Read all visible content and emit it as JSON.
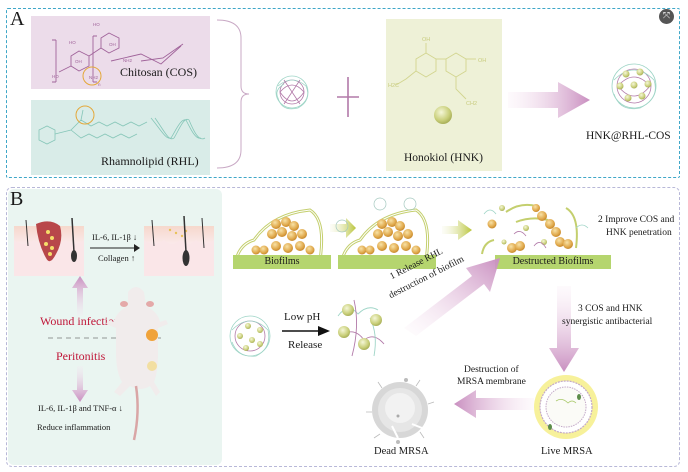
{
  "panel_a": {
    "label": "A",
    "components": [
      {
        "name": "Chitosan (COS)",
        "color": "#ecdcea"
      },
      {
        "name": "Rhamnolipid (RHL)",
        "color": "#d9ece8"
      },
      {
        "name": "Honokiol (HNK)",
        "color": "#eef1d7"
      }
    ],
    "chem_labels": {
      "cos": [
        "HO",
        "HO",
        "OH",
        "OH",
        "HO",
        "NH2",
        "NH2",
        "n"
      ],
      "hnk": [
        "OH",
        "OH",
        "H2C",
        "CH2"
      ]
    },
    "operator": "+",
    "product": "HNK@RHL-COS"
  },
  "panel_b": {
    "label": "B",
    "in_vivo": {
      "skin_effect_top": "IL-6, IL-1β ↓",
      "skin_effect_bottom": "Collagen ↑",
      "wound_label": "Wound infection",
      "peritonitis_label": "Peritonitis",
      "cytokines": "IL-6, IL-1β and TNF-α ↓",
      "outcome": "Reduce inflammation"
    },
    "mechanism": {
      "biofilm_label": "Biofilms",
      "destructed_label": "Destructed Biofilms",
      "step1": [
        "1 Release RHL",
        "destruction of biofilm"
      ],
      "step2": [
        "2 Improve COS and",
        "HNK penetration"
      ],
      "step3": [
        "3 COS and HNK",
        "synergistic antibacterial"
      ],
      "ph_top": "Low pH",
      "ph_bottom": "Release",
      "membrane": [
        "Destruction of",
        "MRSA membrane"
      ],
      "live": "Live  MRSA",
      "dead": "Dead MRSA"
    }
  },
  "ui": {
    "corner_icon": "expand-icon",
    "corner_glyph": "⤧"
  },
  "colors": {
    "panel_a_border": "#3fa7c8",
    "panel_b_border": "#b8b8d8",
    "accent_pink": "#c98fc0",
    "accent_green": "#b5d56e",
    "bacteria_gold": "#e3b15a",
    "label_red": "#c0183a"
  }
}
